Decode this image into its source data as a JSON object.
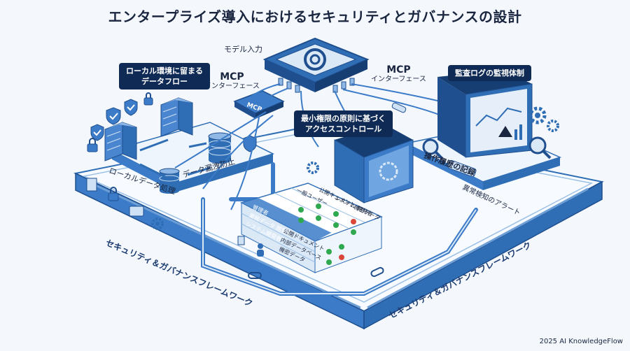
{
  "title": "エンタープライズ導入におけるセキュリティとガバナンスの設計",
  "labels": {
    "model_input": "モデル入力",
    "mcp_left": "MCP",
    "mcp_left_sub": "インターフェース",
    "mcp_right": "MCP",
    "mcp_right_sub": "インターフェース",
    "chip": "MCP",
    "local_data_processing": "ローカルデータ処理",
    "data_leak_prevention": "データ漏洩防止",
    "operation_log": "操作履歴の記録",
    "anomaly_alert": "異常検知のアラート",
    "framework_left": "セキュリティ＆ガバナンスフレームワーク",
    "framework_right": "セキュリティ＆ガバナンスフレームワーク"
  },
  "callouts": {
    "local_dataflow": "ローカル環境に留まる\nデータフロー",
    "least_privilege": "最小権限の原則に基づく\nアクセスコントロール",
    "audit_log": "監査ログの監視体制"
  },
  "matrix": {
    "columns": [
      "一般ユーザー",
      "公開キュメント",
      "システム\n開発者",
      "機密データ"
    ],
    "rows": [
      "管理者",
      "業務データ\n閲覧者",
      "システム開発者"
    ],
    "rows2": [
      "公開ドキュメント",
      "内部データベース",
      "機密データ"
    ]
  },
  "footer": "2025 AI KnowledgeFlow",
  "colors": {
    "navy": "#0f2a55",
    "platform_blue": "#2f6db5",
    "light_blue": "#d7e6f5",
    "check_green": "#2fa84f",
    "deny_red": "#d9473b"
  }
}
